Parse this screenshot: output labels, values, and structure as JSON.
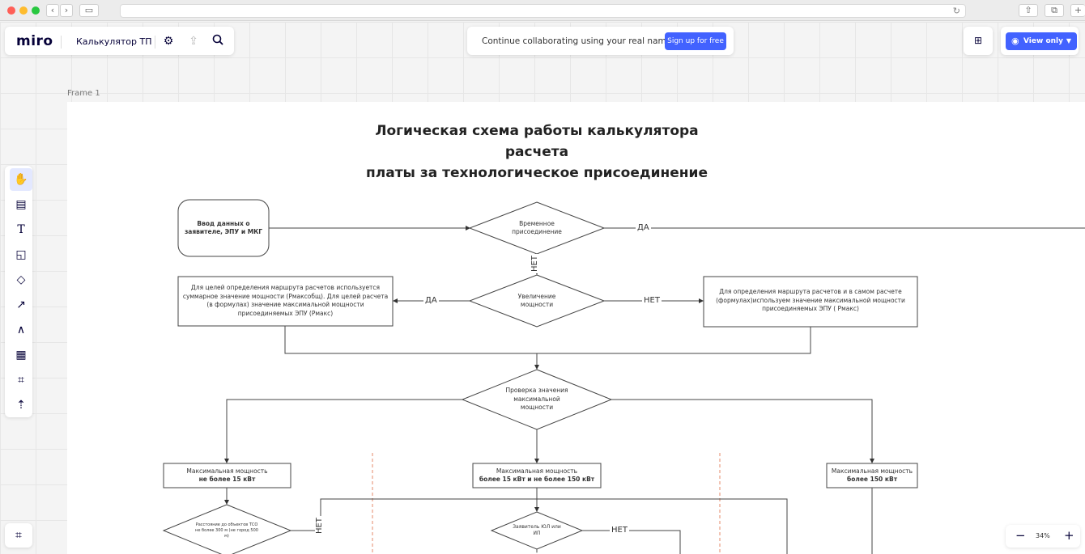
{
  "browser": {
    "close_color": "#ff5f57",
    "min_color": "#febc2e",
    "max_color": "#28c840"
  },
  "topbar": {
    "logo": "miro",
    "board_title": "Калькулятор ТП",
    "settings_icon": "gear-icon",
    "export_icon": "upload-icon",
    "search_icon": "search-icon"
  },
  "collab_banner": {
    "text": "Continue collaborating using your real name.",
    "button": "Sign up for free"
  },
  "right_bar": {
    "apps_icon": "apps-icon",
    "view_button": "View only"
  },
  "toolbar": [
    "hand-icon",
    "comment-icon",
    "text-icon",
    "sticky-note-icon",
    "shapes-icon",
    "arrow-icon",
    "pen-icon",
    "template-icon",
    "frame-icon",
    "upload-icon"
  ],
  "frame_label": "Frame 1",
  "diagram": {
    "title_line1": "Логическая схема работы калькулятора расчета",
    "title_line2": "платы за технологическое присоединение",
    "input_box": "Ввод данных о заявителе, ЭПУ и МКГ",
    "temp_diamond": "Временное присоединение",
    "increase_diamond": "Увеличение мощности",
    "left_box": "Для целей определения маршрута расчетов используется суммарное значение мощности (Рмаксобщ). Для целей расчета (в формулах) значение максимальной мощности присоединяемых ЭПУ (Рмакс)",
    "right_box": "Для определения маршрута расчетов  и в самом расчете (формулах)используем значение максимальной мощности присоединяемых ЭПУ ( Рмакс)",
    "check_diamond": "Проверка значения максимальной мощности",
    "box15_line1": "Максимальная мощность",
    "box15_line2": "не более 15 кВт",
    "box150_line1": "Максимальная мощность",
    "box150_line2": "более 15 кВт и не более 150 кВт",
    "boxover_line1": "Максимальная мощность",
    "boxover_line2": "более 150 кВт",
    "distance_diamond": "Расстояние до объектов ТСО не более 300 м (не город 500 м)",
    "applicant_diamond": "Заявитель ЮЛ или ИП",
    "yes": "ДА",
    "no": "НЕТ"
  },
  "zoom": {
    "value": "34%",
    "minus": "−",
    "plus": "+"
  }
}
